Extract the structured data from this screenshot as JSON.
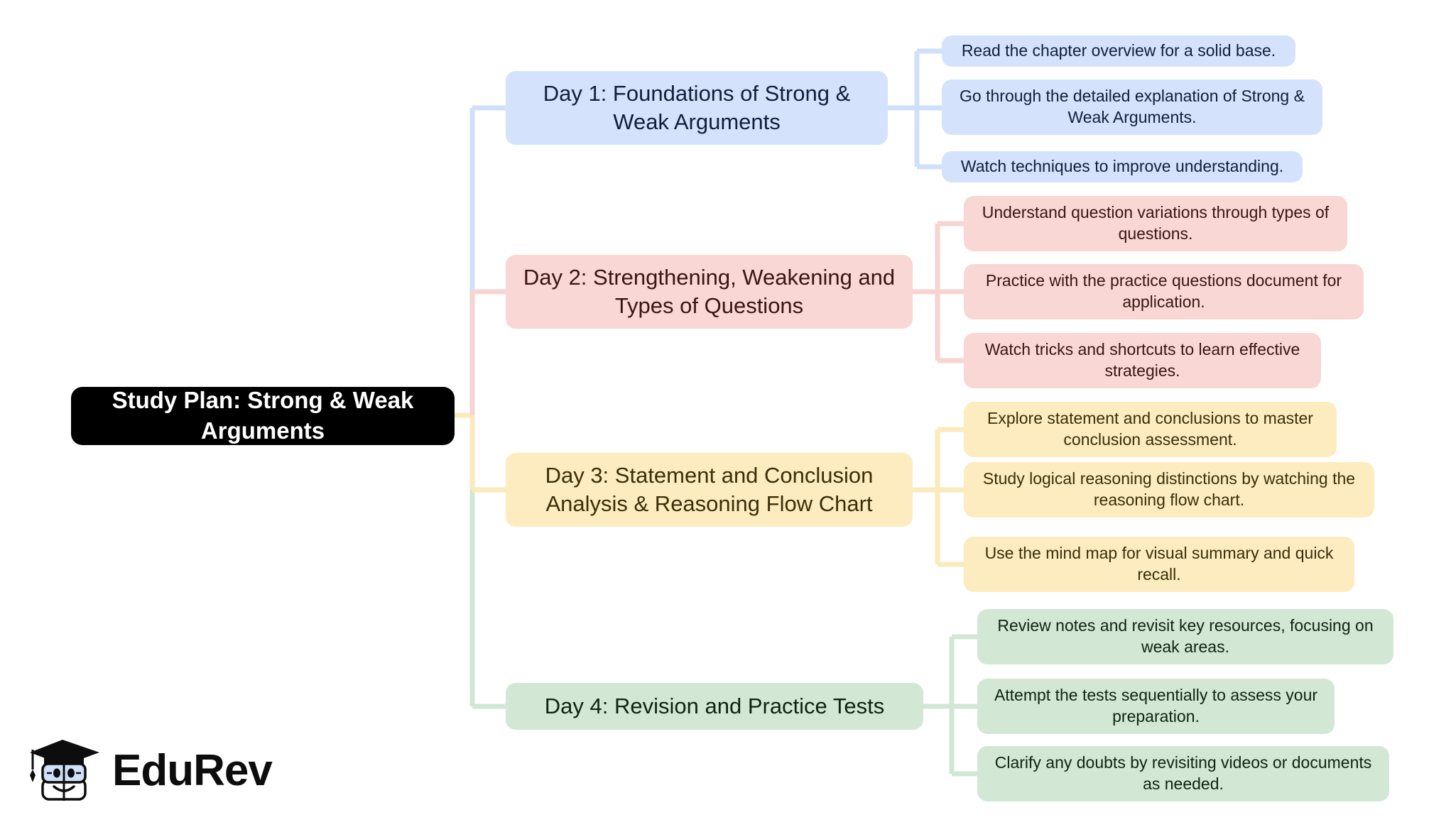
{
  "diagram": {
    "type": "mind-map",
    "title": "Study Plan: Strong & Weak Arguments",
    "root": {
      "label": "Study Plan: Strong & Weak Arguments",
      "color": "#000000",
      "text_color": "#ffffff"
    },
    "branches": [
      {
        "id": "day-1",
        "label": "Day 1: Foundations of Strong & Weak Arguments",
        "color": "#d4e3fb",
        "edge_color": "#cfe0fa",
        "text_color": "#101f3c",
        "leaves": [
          {
            "label": "Read the chapter overview for a solid base."
          },
          {
            "label": "Go through the detailed explanation of Strong & Weak Arguments."
          },
          {
            "label": "Watch techniques to improve understanding."
          }
        ]
      },
      {
        "id": "day-2",
        "label": "Day 2: Strengthening, Weakening and Types of Questions",
        "color": "#f8d7d4",
        "edge_color": "#f7d4d1",
        "text_color": "#3a1512",
        "leaves": [
          {
            "label": "Understand question variations through types of questions."
          },
          {
            "label": "Practice with the practice questions document for application."
          },
          {
            "label": "Watch tricks and shortcuts to learn effective strategies."
          }
        ]
      },
      {
        "id": "day-3",
        "label": "Day 3: Statement and Conclusion Analysis & Reasoning Flow Chart",
        "color": "#fcecc0",
        "edge_color": "#fbeabc",
        "text_color": "#3a2f09",
        "leaves": [
          {
            "label": "Explore statement and conclusions to master conclusion assessment."
          },
          {
            "label": "Study logical reasoning distinctions by watching the reasoning flow chart."
          },
          {
            "label": "Use the mind map for visual summary and quick recall."
          }
        ]
      },
      {
        "id": "day-4",
        "label": "Day 4: Revision and Practice Tests",
        "color": "#d2e8d5",
        "edge_color": "#d0e7d3",
        "text_color": "#10240f",
        "leaves": [
          {
            "label": "Review notes and revisit key resources, focusing on weak areas."
          },
          {
            "label": "Attempt the tests sequentially to assess your preparation."
          },
          {
            "label": "Clarify any doubts by revisiting videos or documents as needed."
          }
        ]
      }
    ]
  },
  "brand": {
    "name": "EduRev",
    "mark": "graduation-cap-mascot-icon"
  }
}
